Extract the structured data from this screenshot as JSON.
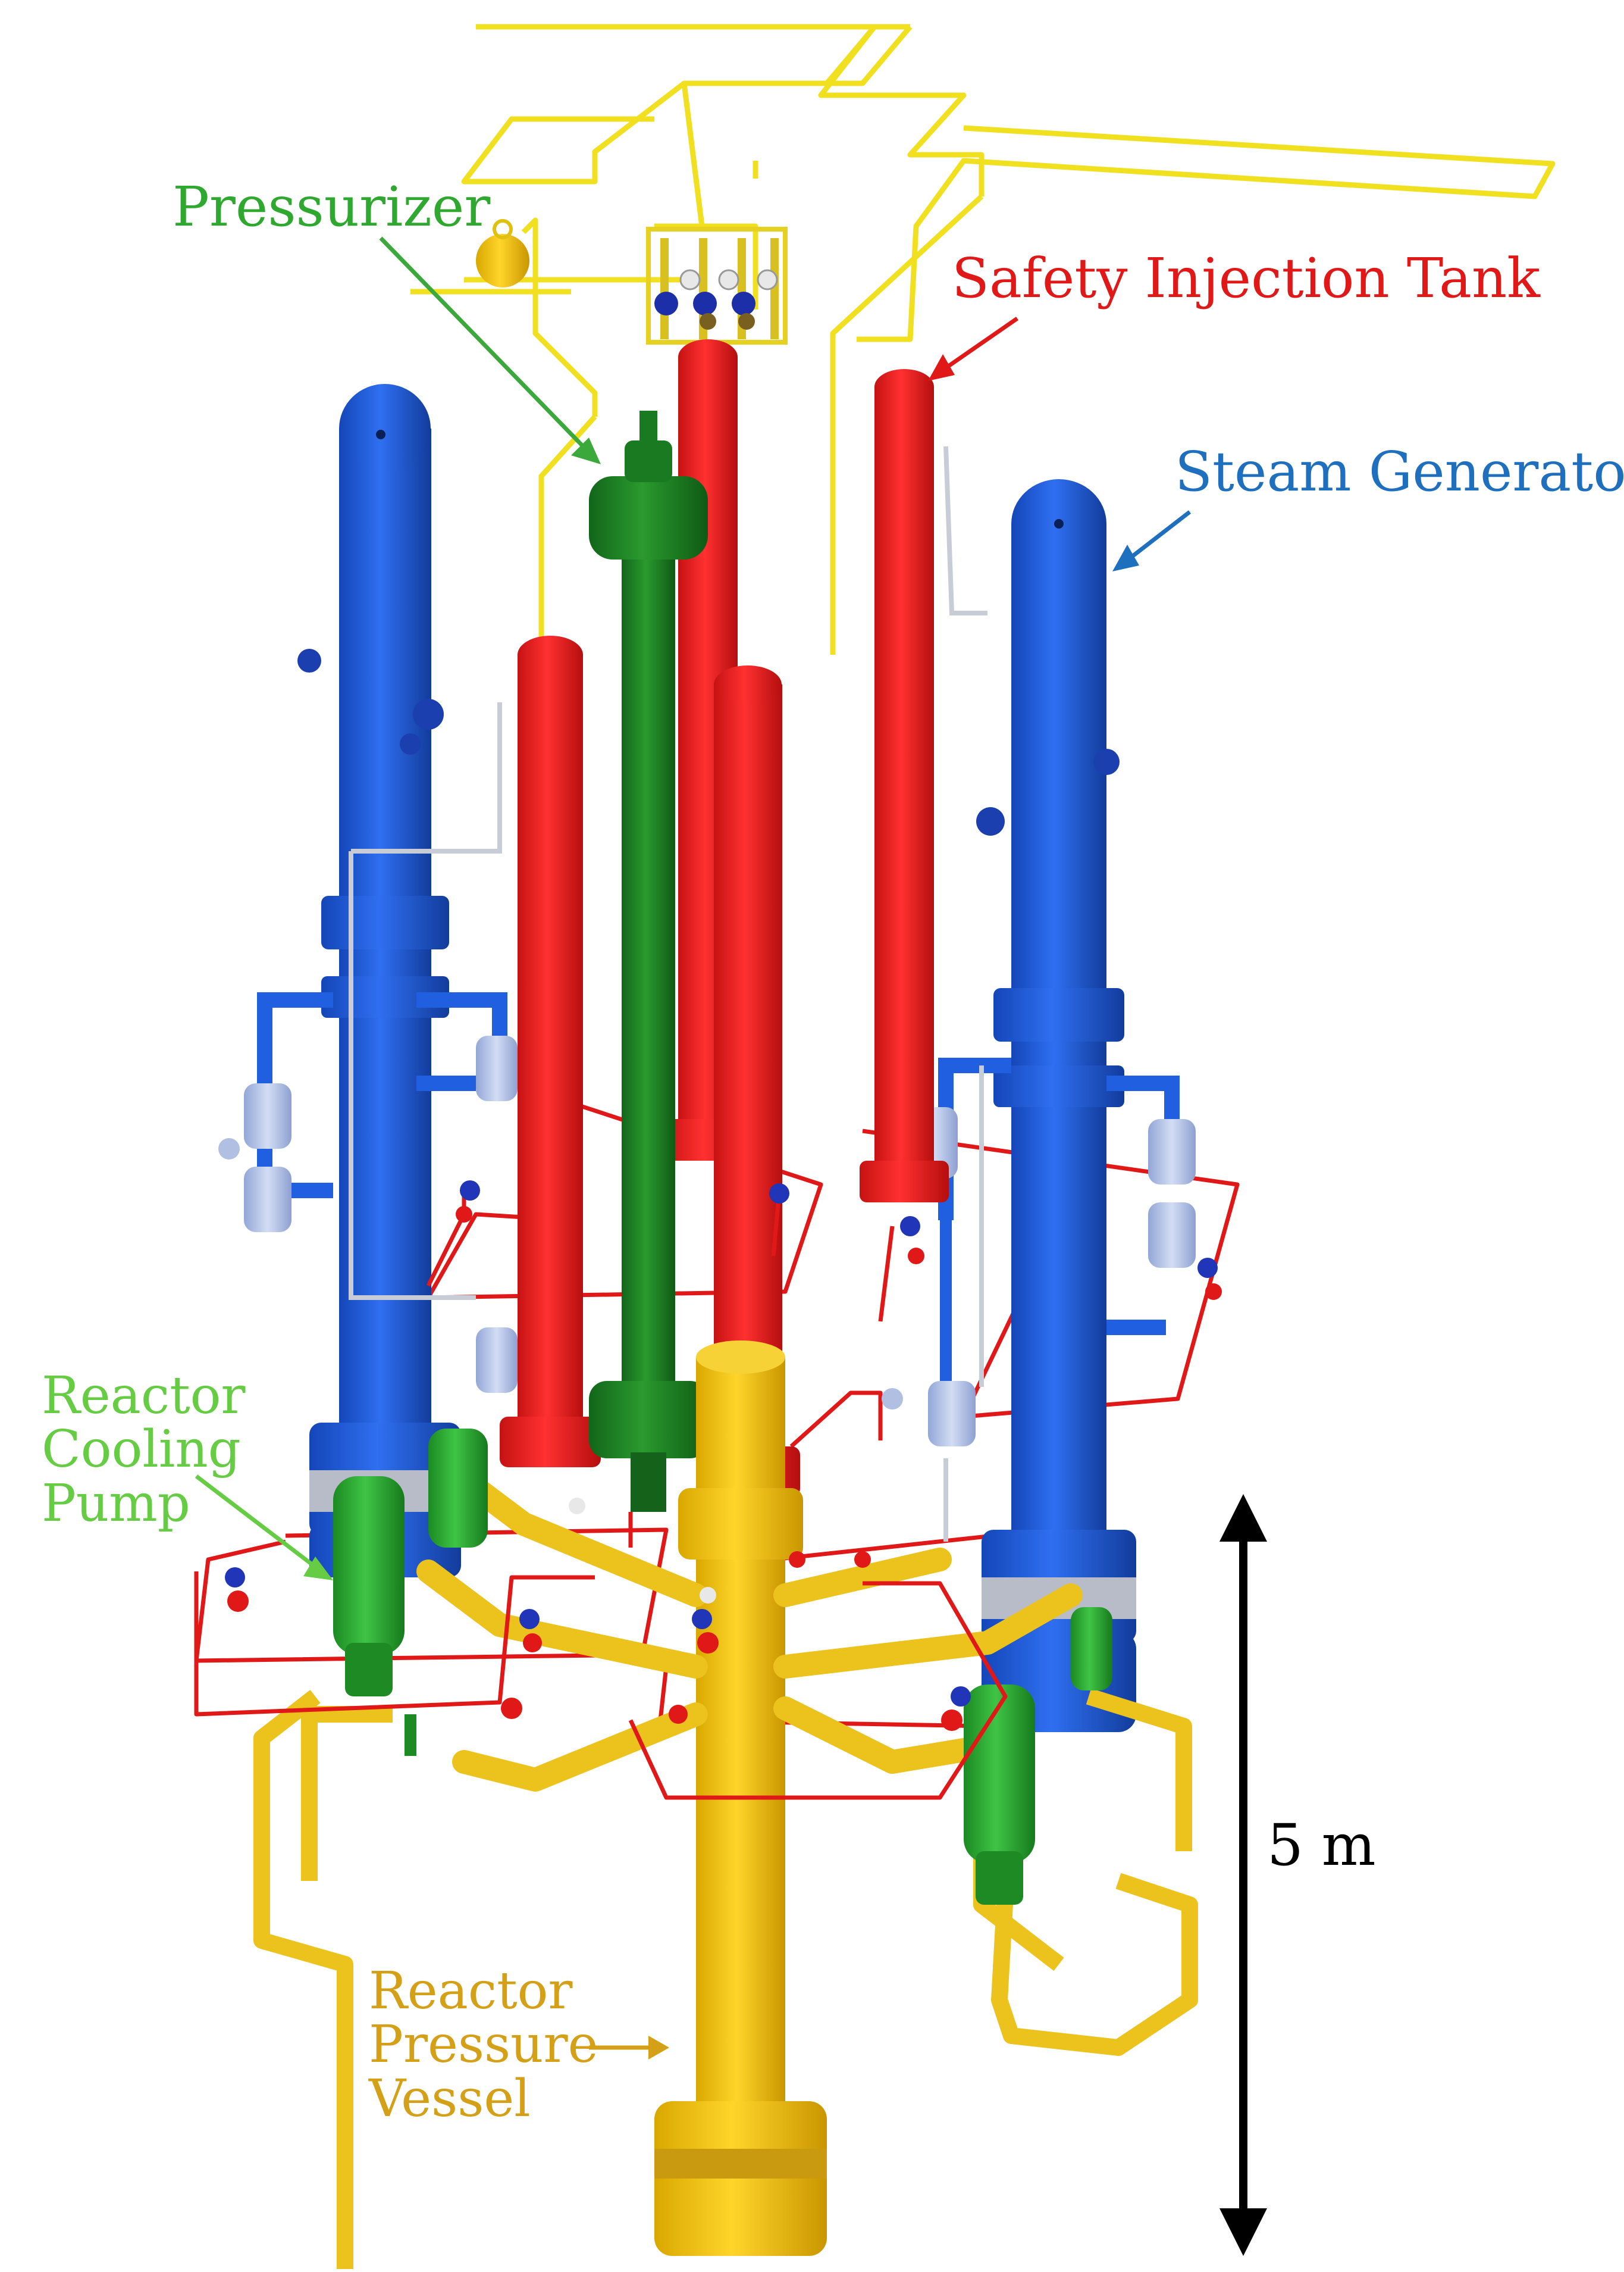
{
  "labels": {
    "pressurizer": "Pressurizer",
    "safety_injection_tank": "Safety Injection Tank",
    "steam_generator": "Steam Generator",
    "reactor_cooling_pump": "Reactor Cooling Pump",
    "reactor_pressure_vessel": "Reactor Pressure Vessel",
    "scale": "5 m"
  },
  "colors": {
    "steam_generator": "#1f5fd6",
    "safety_injection_tank": "#ef1f1f",
    "pressurizer": "#1f7a1f",
    "reactor_pressure_vessel": "#f2c81a",
    "reactor_cooling_pump": "#2fae2f",
    "piping_yellow": "#f0e020",
    "piping_red": "#e01818",
    "valve_light_blue": "#b8c8ea"
  }
}
